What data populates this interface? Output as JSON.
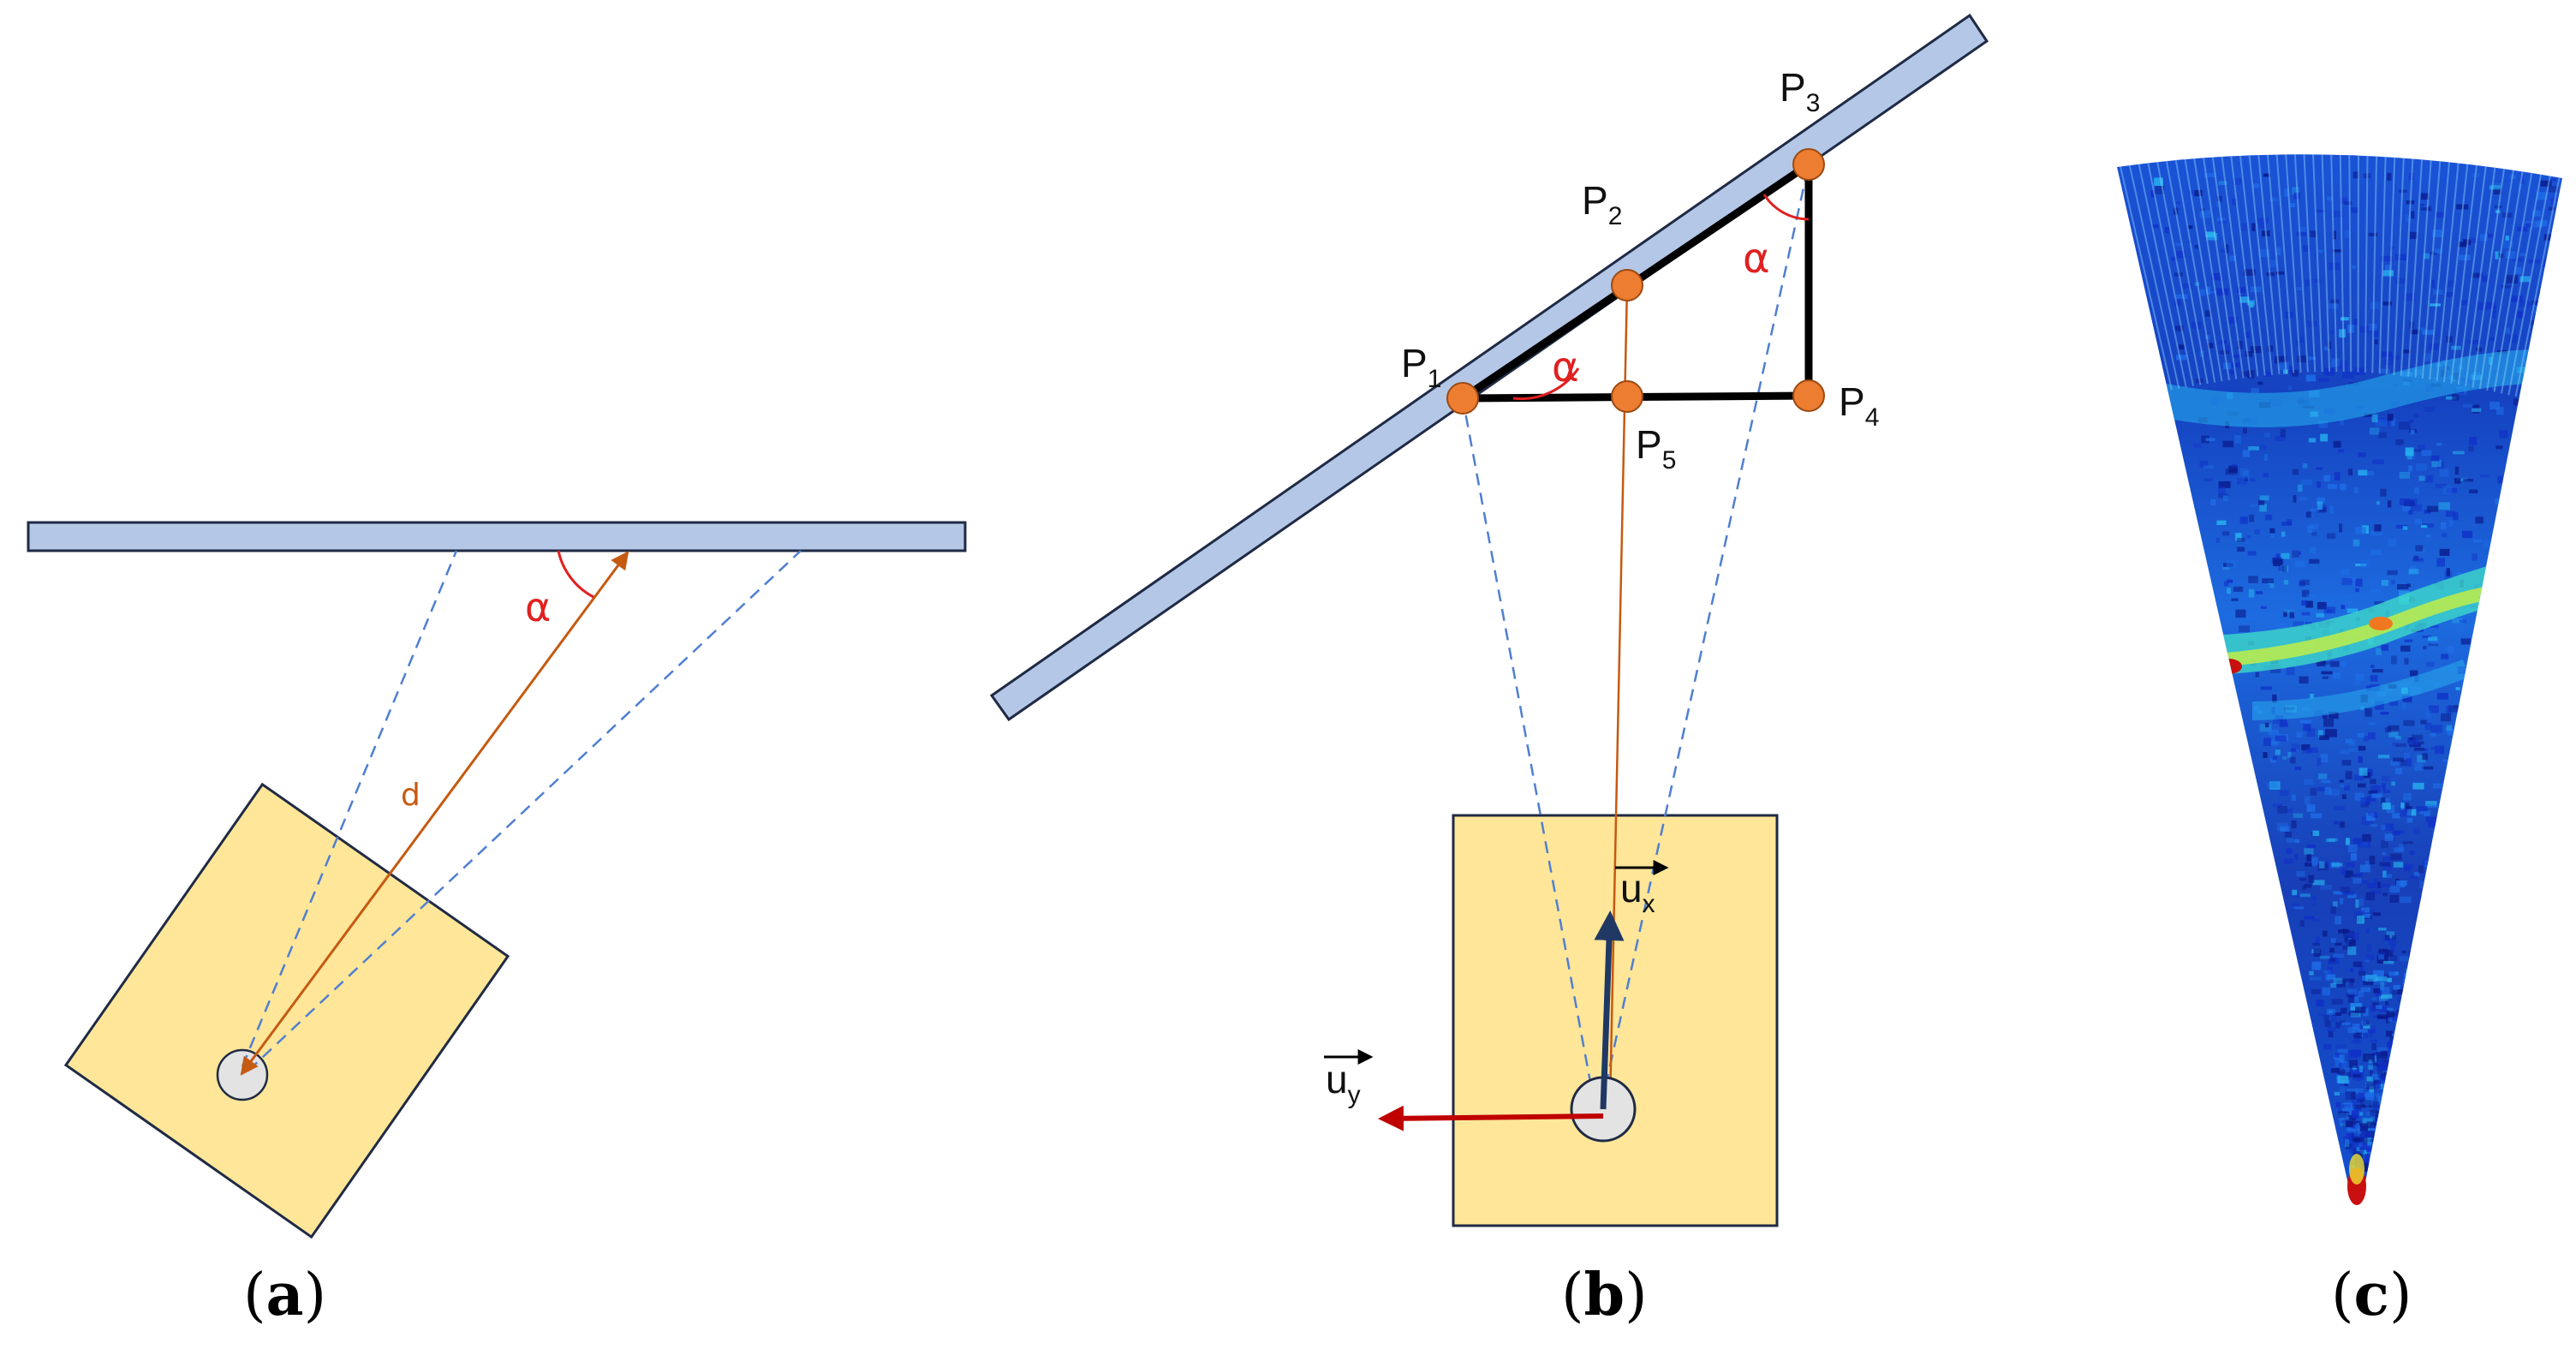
{
  "colors": {
    "plate_fill": "#b4c7e7",
    "plate_stroke": "#1f2a44",
    "sensor_fill": "#ffe699",
    "sensor_stroke": "#1f2a44",
    "cone_line": "#4f7fd0",
    "range_line": "#c55a11",
    "point_fill": "#ed7d31",
    "angle_red": "#e02020",
    "ux_arrow": "#1f3864",
    "uy_arrow": "#c00000"
  },
  "panel_a": {
    "caption_open": "(",
    "caption_letter": "a",
    "caption_close": ")",
    "alpha": "α",
    "distance": "d"
  },
  "panel_b": {
    "caption_open": "(",
    "caption_letter": "b",
    "caption_close": ")",
    "alpha": "α",
    "points": [
      {
        "base": "P",
        "sub": "1"
      },
      {
        "base": "P",
        "sub": "2"
      },
      {
        "base": "P",
        "sub": "3"
      },
      {
        "base": "P",
        "sub": "4"
      },
      {
        "base": "P",
        "sub": "5"
      }
    ],
    "ux": {
      "base": "u",
      "sub": "x"
    },
    "uy": {
      "base": "u",
      "sub": "y"
    }
  },
  "panel_c": {
    "caption_open": "(",
    "caption_letter": "c",
    "caption_close": ")",
    "colormap": [
      "#0a1a8c",
      "#1030c8",
      "#1e6ee8",
      "#27b4f0",
      "#3fe0c8",
      "#a8f060",
      "#f0e030",
      "#f07820",
      "#c81010"
    ]
  }
}
